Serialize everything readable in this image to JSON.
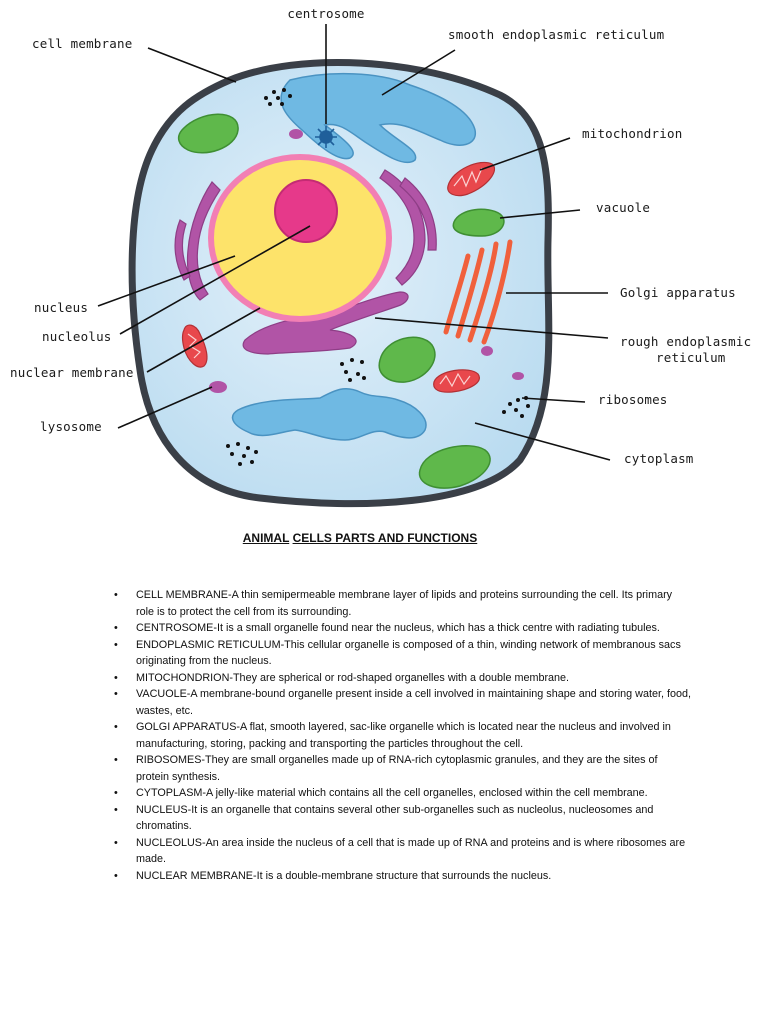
{
  "diagram": {
    "labels": {
      "centrosome": "centrosome",
      "cell_membrane": "cell membrane",
      "smooth_er": "smooth endoplasmic reticulum",
      "mitochondrion": "mitochondrion",
      "vacuole": "vacuole",
      "golgi": "Golgi apparatus",
      "rough_er_line1": "rough endoplasmic",
      "rough_er_line2": "reticulum",
      "ribosomes": "ribosomes",
      "cytoplasm": "cytoplasm",
      "nucleus": "nucleus",
      "nucleolus": "nucleolus",
      "nuclear_membrane": "nuclear membrane",
      "lysosome": "lysosome"
    },
    "colors": {
      "cytoplasm": "#cfe6f5",
      "outline": "#3a3f47",
      "nucleus": "#fde36a",
      "nuclear_membrane": "#f27fb4",
      "nucleolus": "#e6398a",
      "er_rough": "#b154a6",
      "er_smooth": "#6fb9e3",
      "vacuole": "#5fb84b",
      "mitochondrion": "#e8484c",
      "golgi": "#f0603c",
      "centrosome": "#1f5f9a"
    }
  },
  "document": {
    "title_part1": "ANIMAL",
    "title_part2": "CELLS PARTS AND FUNCTIONS",
    "items": [
      "CELL MEMBRANE-A thin semipermeable membrane layer of lipids and proteins surrounding the cell. Its primary role is to protect the cell from its surrounding.",
      "CENTROSOME-It is a small organelle found near the nucleus, which has a thick centre with radiating tubules.",
      "ENDOPLASMIC RETICULUM-This cellular organelle is composed of a thin, winding network of membranous sacs originating from the nucleus.",
      "MITOCHONDRION-They are spherical or rod-shaped organelles with a double membrane.",
      "VACUOLE-A membrane-bound organelle present inside a cell involved in maintaining shape and storing water, food, wastes, etc.",
      "GOLGI APPARATUS-A flat, smooth layered, sac-like organelle which is located near the nucleus and involved in manufacturing, storing, packing and transporting the particles throughout the cell.",
      "RIBOSOMES-They are small organelles made up of RNA-rich cytoplasmic granules, and they are the sites of protein synthesis.",
      "CYTOPLASM-A jelly-like material which contains all the cell organelles, enclosed within the cell membrane.",
      "NUCLEUS-It is an organelle that contains several other sub-organelles such as nucleolus, nucleosomes and chromatins.",
      "NUCLEOLUS-An area inside the nucleus of a cell that is made up of RNA and proteins and is where ribosomes are made.",
      "NUCLEAR MEMBRANE-It is a double-membrane structure that surrounds the nucleus."
    ]
  }
}
